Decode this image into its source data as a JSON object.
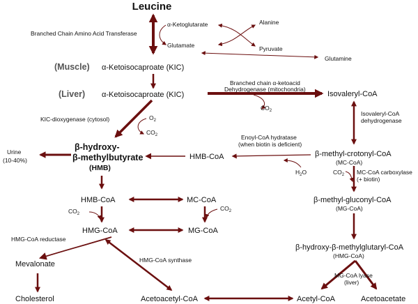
{
  "colors": {
    "arrow": "#6b0f0f",
    "text": "#111111",
    "tissue_label": "#555555",
    "background": "#ffffff"
  },
  "title": "Leucine",
  "tissues": {
    "muscle": "(Muscle)",
    "liver": "(Liver)"
  },
  "metabolites": {
    "alpha_ketoglutarate": "α-Ketoglutarate",
    "glutamate": "Glutamate",
    "alanine": "Alanine",
    "pyruvate": "Pyruvate",
    "glutamine": "Glutamine",
    "kic_muscle": "α-Ketoisocaproate (KIC)",
    "kic_liver": "α-Ketoisocaproate (KIC)",
    "isovaleryl_coa": "Isovaleryl-CoA",
    "o2": "O",
    "o2_sub": "2",
    "co2_kic": "CO",
    "co2_kic_sub": "2",
    "co2_bckdh": "CO",
    "co2_bckdh_sub": "2",
    "hmb_line1": "β-hydroxy-",
    "hmb_line2": "β-methylbutyrate",
    "hmb_abbrev": "(HMB)",
    "urine": "Urine",
    "urine_pct": "(10-40%)",
    "hmb_coa_upper": "HMB-CoA",
    "methylcrotonyl_coa": "β-methyl-crotonyl-CoA",
    "mc_coa_abbrev": "(MC-CoA)",
    "h2o": "H",
    "h2o_sub": "2",
    "h2o_o": "O",
    "co2_mc": "CO",
    "co2_mc_sub": "2",
    "methylglutaconyl_coa": "β-methyl-gluconyl-CoA",
    "mg_coa_abbrev": "(MG-CoA)",
    "hmb_coa_lower": "HMB-CoA",
    "mc_coa": "MC-CoA",
    "co2_left": "CO",
    "co2_left_sub": "2",
    "co2_right": "CO",
    "co2_right_sub": "2",
    "hmg_coa": "HMG-CoA",
    "mg_coa": "MG-CoA",
    "hmg_full": "β-hydroxy-β-methylglutaryl-CoA",
    "hmg_full_abbrev": "(HMG-CoA)",
    "mevalonate": "Mevalonate",
    "cholesterol": "Cholesterol",
    "acetoacetyl_coa": "Acetoacetyl-CoA",
    "acetyl_coa": "Acetyl-CoA",
    "acetoacetate": "Acetoacetate"
  },
  "enzymes": {
    "bcat": "Branched Chain Amino Acid Transferase",
    "bckdh_line1": "Branched chain α-ketoacid",
    "bckdh_line2": "Dehydrogenase (mitochondria)",
    "kic_dioxygenase": "KIC-dioxygenase (cytosol)",
    "ivd_line1": "Isovaleryl-CoA",
    "ivd_line2": "dehydrogenase",
    "enoyl_line1": "Enoyl-CoA hydratase",
    "enoyl_line2": "(when biotin is deficient)",
    "mcc_line1": "MC-CoA carboxylase",
    "mcc_line2": "(+ biotin)",
    "hmgcr": "HMG-CoA reductase",
    "hmgcs": "HMG-CoA synthase",
    "lyase_line1": "MG-CoA lyase",
    "lyase_line2": "(liver)"
  }
}
